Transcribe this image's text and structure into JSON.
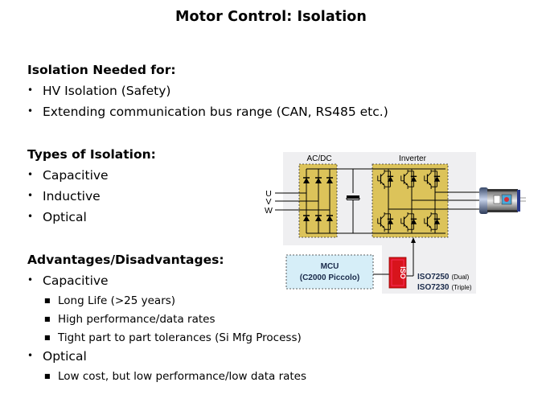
{
  "slide": {
    "title": "Motor Control: Isolation"
  },
  "sections": {
    "needed": {
      "heading": "Isolation Needed for:",
      "items": [
        "HV Isolation (Safety)",
        "Extending communication bus range (CAN, RS485 etc.)"
      ]
    },
    "types": {
      "heading": "Types of Isolation:",
      "items": [
        "Capacitive",
        "Inductive",
        "Optical"
      ]
    },
    "advantages": {
      "heading": "Advantages/Disadvantages:",
      "capacitive": {
        "label": "Capacitive",
        "points": [
          "Long Life (>25 years)",
          "High performance/data rates",
          "Tight part to part tolerances (Si Mfg Process)"
        ]
      },
      "optical": {
        "label": "Optical",
        "points": [
          "Low cost, but low performance/low  data rates"
        ]
      }
    }
  },
  "diagram": {
    "acdc_label": "AC/DC",
    "inverter_label": "Inverter",
    "phases": [
      "U",
      "V",
      "W"
    ],
    "mcu_label": "MCU",
    "mcu_sub": "(C2000 Piccolo)",
    "iso_badge": "ISO",
    "parts": [
      {
        "name": "ISO7250",
        "note": "(Dual)"
      },
      {
        "name": "ISO7230",
        "note": "(Triple)"
      }
    ],
    "colors": {
      "block_fill": "#dcc35a",
      "background": "#efeff1",
      "mcu_fill": "#d6eef8",
      "iso_red": "#d8141c"
    }
  }
}
